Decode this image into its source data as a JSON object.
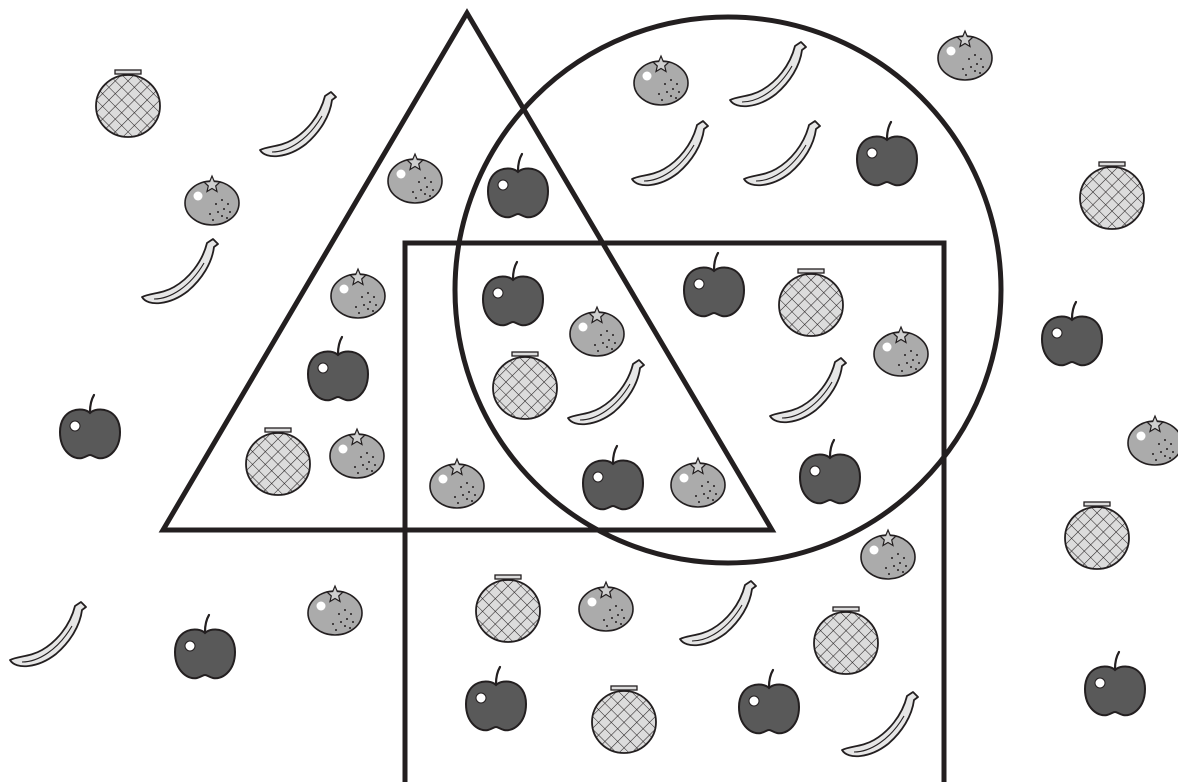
{
  "colors": {
    "background": "#ffffff",
    "outline": "#231f20",
    "apple": "#595959",
    "orange": "#ababab",
    "banana": "#e6e6e6",
    "melon": "#dcdcdc",
    "highlight": "#ffffff"
  },
  "shapes": [
    "triangle",
    "circle",
    "rectangle"
  ],
  "fruit_kinds": [
    "apple-icon",
    "orange-icon",
    "banana-icon",
    "melon-icon"
  ],
  "fruits": [
    {
      "kind": "melon",
      "membership": []
    },
    {
      "kind": "banana",
      "membership": []
    },
    {
      "kind": "orange",
      "membership": []
    },
    {
      "kind": "banana",
      "membership": []
    },
    {
      "kind": "apple",
      "membership": []
    },
    {
      "kind": "banana",
      "membership": []
    },
    {
      "kind": "apple",
      "membership": []
    },
    {
      "kind": "orange",
      "membership": []
    },
    {
      "kind": "orange",
      "membership": []
    },
    {
      "kind": "melon",
      "membership": []
    },
    {
      "kind": "apple",
      "membership": []
    },
    {
      "kind": "orange",
      "membership": []
    },
    {
      "kind": "melon",
      "membership": []
    },
    {
      "kind": "apple",
      "membership": []
    },
    {
      "kind": "orange",
      "membership": [
        "triangle"
      ]
    },
    {
      "kind": "orange",
      "membership": [
        "triangle"
      ]
    },
    {
      "kind": "apple",
      "membership": [
        "triangle"
      ]
    },
    {
      "kind": "melon",
      "membership": [
        "triangle"
      ]
    },
    {
      "kind": "orange",
      "membership": [
        "triangle"
      ]
    },
    {
      "kind": "apple",
      "membership": [
        "triangle",
        "circle"
      ]
    },
    {
      "kind": "orange",
      "membership": [
        "circle"
      ]
    },
    {
      "kind": "banana",
      "membership": [
        "circle"
      ]
    },
    {
      "kind": "banana",
      "membership": [
        "circle"
      ]
    },
    {
      "kind": "banana",
      "membership": [
        "circle"
      ]
    },
    {
      "kind": "apple",
      "membership": [
        "circle"
      ]
    },
    {
      "kind": "apple",
      "membership": [
        "triangle",
        "circle",
        "rectangle"
      ]
    },
    {
      "kind": "orange",
      "membership": [
        "triangle",
        "circle",
        "rectangle"
      ]
    },
    {
      "kind": "melon",
      "membership": [
        "triangle",
        "circle",
        "rectangle"
      ]
    },
    {
      "kind": "banana",
      "membership": [
        "triangle",
        "circle",
        "rectangle"
      ]
    },
    {
      "kind": "apple",
      "membership": [
        "triangle",
        "circle",
        "rectangle"
      ]
    },
    {
      "kind": "orange",
      "membership": [
        "triangle",
        "circle",
        "rectangle"
      ]
    },
    {
      "kind": "orange",
      "membership": [
        "triangle",
        "rectangle"
      ]
    },
    {
      "kind": "apple",
      "membership": [
        "circle",
        "rectangle"
      ]
    },
    {
      "kind": "melon",
      "membership": [
        "circle",
        "rectangle"
      ]
    },
    {
      "kind": "orange",
      "membership": [
        "circle",
        "rectangle"
      ]
    },
    {
      "kind": "banana",
      "membership": [
        "circle",
        "rectangle"
      ]
    },
    {
      "kind": "apple",
      "membership": [
        "circle",
        "rectangle"
      ]
    },
    {
      "kind": "orange",
      "membership": [
        "rectangle"
      ]
    },
    {
      "kind": "melon",
      "membership": [
        "rectangle"
      ]
    },
    {
      "kind": "orange",
      "membership": [
        "rectangle"
      ]
    },
    {
      "kind": "banana",
      "membership": [
        "rectangle"
      ]
    },
    {
      "kind": "melon",
      "membership": [
        "rectangle"
      ]
    },
    {
      "kind": "apple",
      "membership": [
        "rectangle"
      ]
    },
    {
      "kind": "melon",
      "membership": [
        "rectangle"
      ]
    },
    {
      "kind": "apple",
      "membership": [
        "rectangle"
      ]
    },
    {
      "kind": "banana",
      "membership": [
        "rectangle"
      ]
    }
  ]
}
